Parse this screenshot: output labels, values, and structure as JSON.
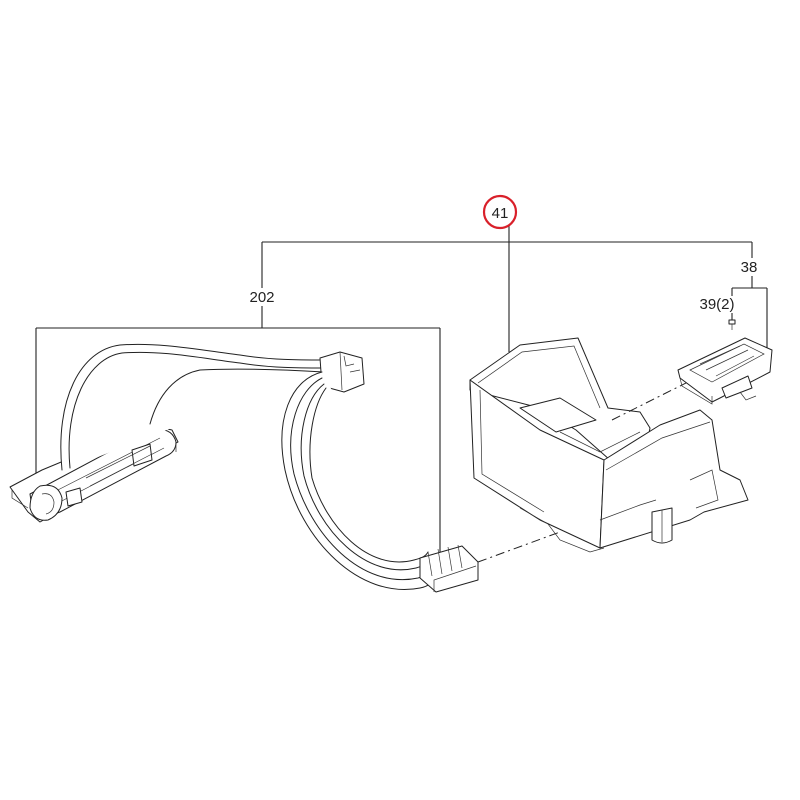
{
  "labels": {
    "assembly": "41",
    "harness": "202",
    "switch_group": "38",
    "screw": "39(2)"
  },
  "highlight_color": "#d9202a"
}
